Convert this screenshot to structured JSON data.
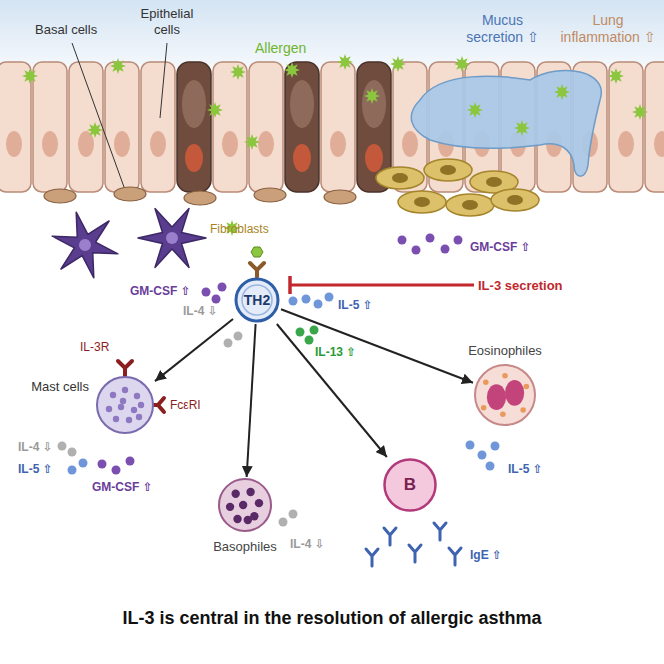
{
  "diagram": {
    "title": "IL-3 is central in the resolution of allergic asthma",
    "nodes": [
      {
        "text": [
          "TH2"
        ]
      },
      {
        "text": [
          "Mast cells"
        ]
      },
      {
        "text": [
          "Eosinophiles"
        ]
      },
      {
        "text": [
          "Basophiles"
        ]
      },
      {
        "text": [
          "B"
        ]
      }
    ],
    "edges": [
      {
        "from": 0,
        "to": 1,
        "arrow": "to"
      },
      {
        "from": 0,
        "to": 3,
        "arrow": "to"
      },
      {
        "from": 0,
        "to": 4,
        "arrow": "to"
      },
      {
        "from": 0,
        "to": 2,
        "arrow": "to"
      }
    ],
    "labels": [
      "Basal cells",
      "Epithelial cells",
      "Allergen",
      "Mucus secretion ⇧",
      "Lung inflammation ⇧",
      "Fibroblasts",
      "GM-CSF ⇧",
      "IL-3 secretion",
      "IL-5 ⇧",
      "GM-CSF ⇧",
      "IL-4 ⇩",
      "IL-13 ⇧",
      "IL-3R",
      "FcεRI",
      "IL-4 ⇩",
      "IL-5 ⇧",
      "GM-CSF ⇧",
      "IL-5 ⇧",
      "IL-4 ⇩",
      "IgE ⇧"
    ]
  }
}
